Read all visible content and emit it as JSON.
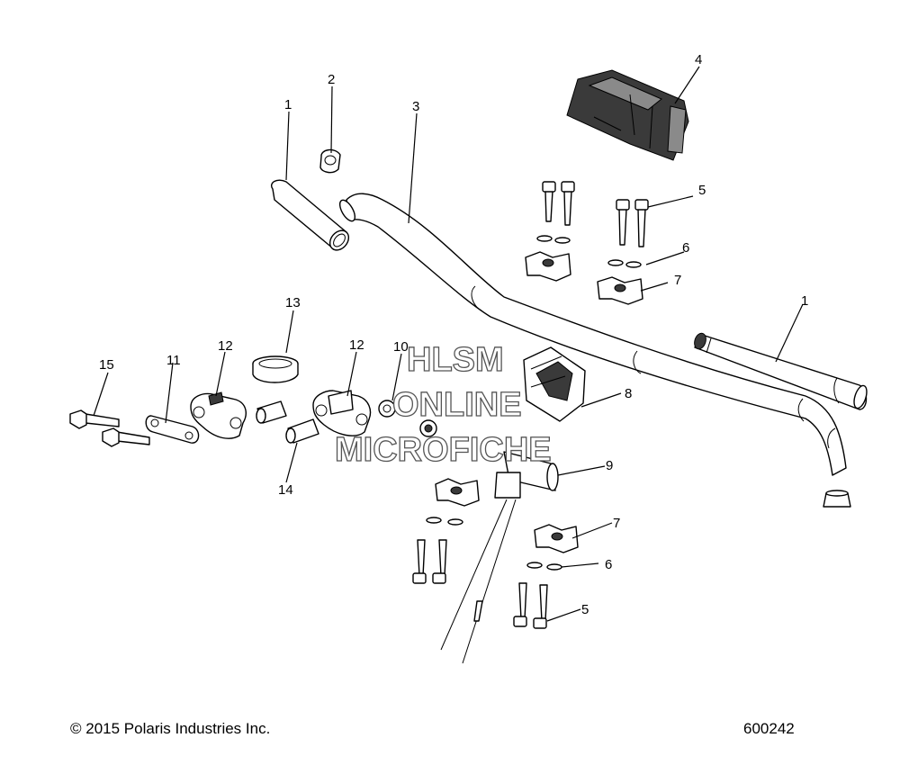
{
  "callouts": {
    "c1a": "1",
    "c2": "2",
    "c3": "3",
    "c4": "4",
    "c5a": "5",
    "c6a": "6",
    "c7a": "7",
    "c1b": "1",
    "c13": "13",
    "c12a": "12",
    "c12b": "12",
    "c10": "10",
    "c15": "15",
    "c11": "11",
    "c14": "14",
    "c8": "8",
    "c9": "9",
    "c7b": "7",
    "c6b": "6",
    "c5b": "5"
  },
  "watermark": {
    "line1": "HLSM",
    "line2": "ONLINE",
    "line3": "MICROFICHE"
  },
  "footer": {
    "copyright": "© 2015 Polaris Industries Inc.",
    "doc_number": "600242"
  }
}
